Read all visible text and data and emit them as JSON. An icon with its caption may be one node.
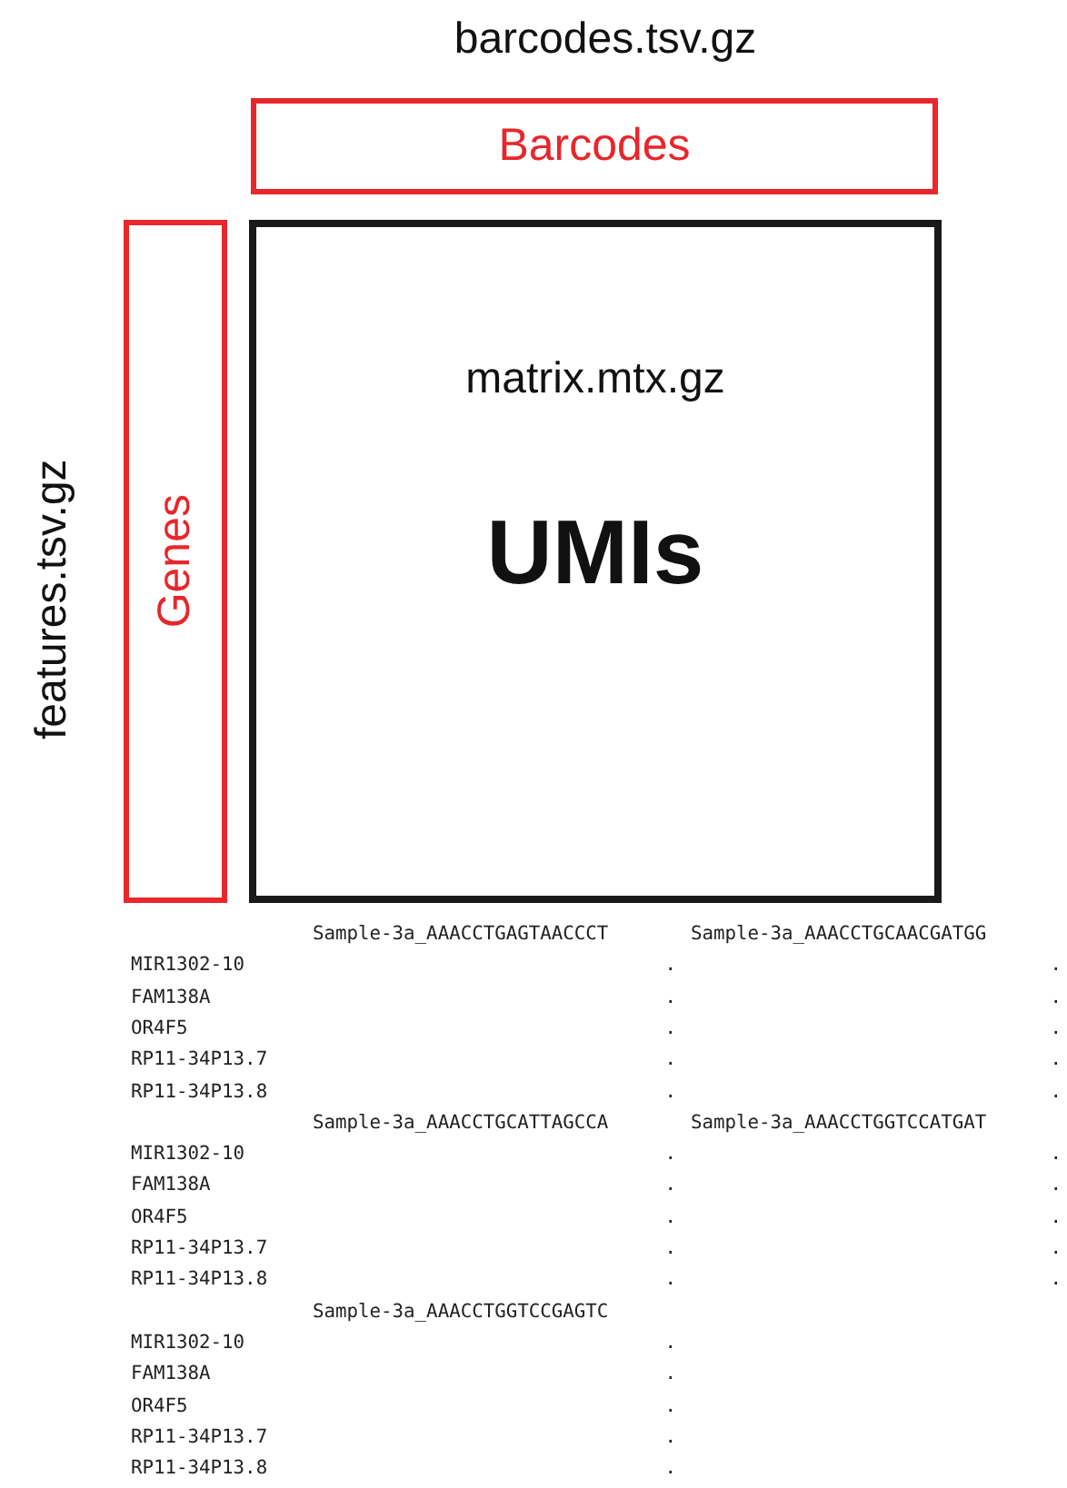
{
  "diagram": {
    "nodes": [
      {
        "text": [
          "Barcodes"
        ],
        "beside": [
          "barcodes.tsv.gz"
        ]
      },
      {
        "text": [
          "Genes"
        ],
        "beside": [
          "features.tsv.gz"
        ]
      },
      {
        "text": [
          "matrix.mtx.gz",
          "UMIs"
        ]
      }
    ],
    "labels": [
      "Sample-3a_AAACCTGAGTAACCCT",
      "Sample-3a_AAACCTGCAACGATGG",
      "MIR1302-10",
      ".",
      ".",
      "FAM138A",
      ".",
      ".",
      "OR4F5",
      ".",
      ".",
      "RP11-34P13.7",
      ".",
      ".",
      "RP11-34P13.8",
      ".",
      ".",
      "Sample-3a_AAACCTGCATTAGCCA",
      "Sample-3a_AAACCTGGTCCATGAT",
      "MIR1302-10",
      ".",
      ".",
      "FAM138A",
      ".",
      ".",
      "OR4F5",
      ".",
      ".",
      "RP11-34P13.7",
      ".",
      ".",
      "RP11-34P13.8",
      ".",
      ".",
      "Sample-3a_AAACCTGGTCCGAGTC",
      "MIR1302-10",
      ".",
      "FAM138A",
      ".",
      "OR4F5",
      ".",
      "RP11-34P13.7",
      ".",
      "RP11-34P13.8",
      "."
    ]
  }
}
